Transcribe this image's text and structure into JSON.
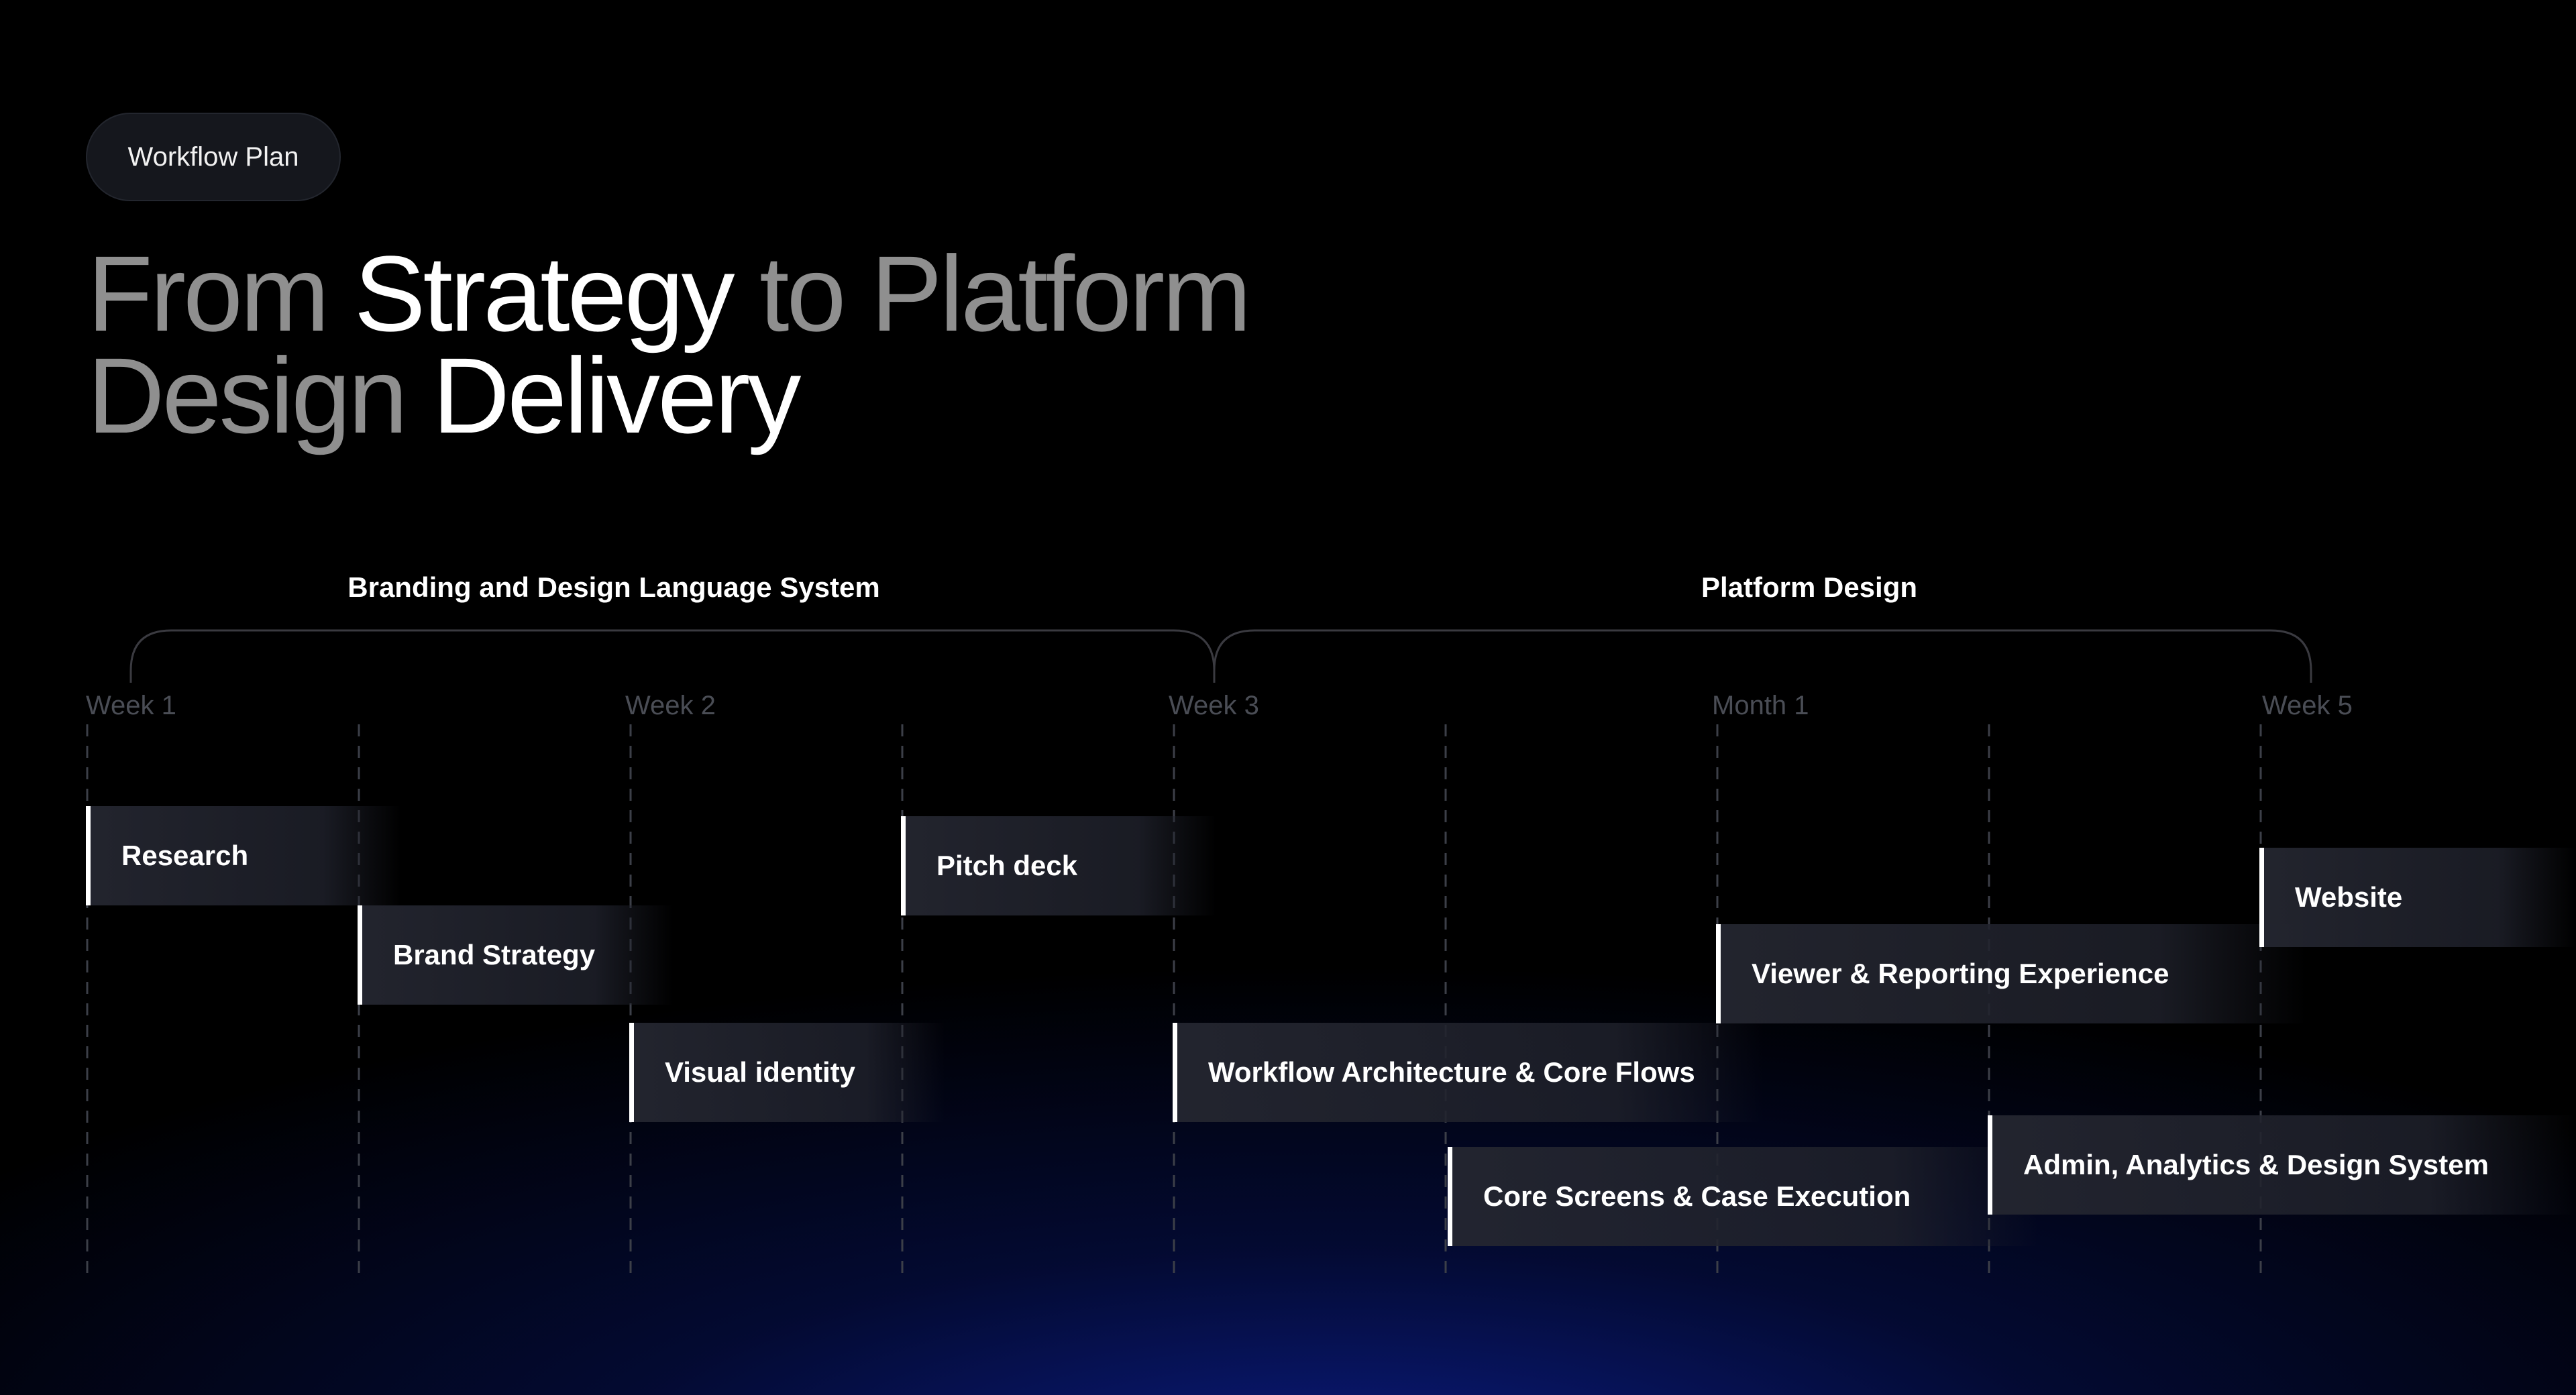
{
  "badge": {
    "label": "Workflow Plan"
  },
  "headline": {
    "line1": [
      {
        "text": "From ",
        "emphasis": false
      },
      {
        "text": "Strategy",
        "emphasis": true
      },
      {
        "text": " to Platform",
        "emphasis": false
      }
    ],
    "line2": [
      {
        "text": "Design ",
        "emphasis": false
      },
      {
        "text": "Delivery",
        "emphasis": true
      }
    ]
  },
  "phases": [
    {
      "label": "Branding and Design Language System"
    },
    {
      "label": "Platform Design"
    }
  ],
  "timeline": {
    "markers": [
      "Week 1",
      "Week 2",
      "Week 3",
      "Month 1",
      "Week 5"
    ]
  },
  "tasks": [
    {
      "label": "Research"
    },
    {
      "label": "Brand Strategy"
    },
    {
      "label": "Visual identity"
    },
    {
      "label": "Pitch deck"
    },
    {
      "label": "Workflow Architecture & Core Flows"
    },
    {
      "label": "Core Screens & Case Execution"
    },
    {
      "label": "Viewer & Reporting Experience"
    },
    {
      "label": "Admin, Analytics & Design System"
    },
    {
      "label": "Website"
    }
  ],
  "colors": {
    "background": "#000000",
    "glow": "#0c2096",
    "text_dim": "#8f8f8f",
    "text_bright": "#ffffff",
    "marker_text": "#4a4d55",
    "task_bar": "#242630",
    "task_accent": "#ffffff"
  }
}
